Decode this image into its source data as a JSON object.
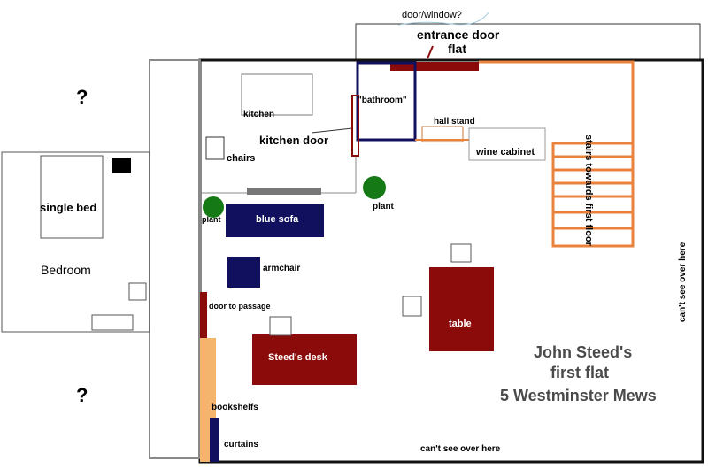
{
  "labels": {
    "door_window": "door/window?",
    "entrance_door": "entrance door",
    "entrance_flat": "flat",
    "question_top": "?",
    "question_bottom": "?",
    "kitchen": "kitchen",
    "bathroom": "\"bathroom\"",
    "hall_stand": "hall stand",
    "kitchen_door": "kitchen door",
    "chairs": "chairs",
    "wine_cabinet": "wine cabinet",
    "stairs": "stairs towards first floor",
    "single_bed": "single bed",
    "bedroom": "Bedroom",
    "plant_left": "plant",
    "blue_sofa": "blue sofa",
    "plant_right": "plant",
    "armchair": "armchair",
    "cant_see_right": "can't see over here",
    "door_to_passage": "door to passage",
    "table": "table",
    "steeds_desk": "Steed's desk",
    "bookshelfs": "bookshelfs",
    "curtains": "curtains",
    "cant_see_bottom": "can't see over here"
  },
  "title": {
    "line1": "John Steed's",
    "line2": "first flat",
    "line3": "5 Westminster Mews"
  },
  "colors": {
    "dark_red": "#8b0a0a",
    "navy": "#10105e",
    "orange": "#e8823c",
    "light_orange": "#f5b46e",
    "green": "#157a15",
    "gray": "#7a7a7a",
    "wall": "#111111"
  }
}
